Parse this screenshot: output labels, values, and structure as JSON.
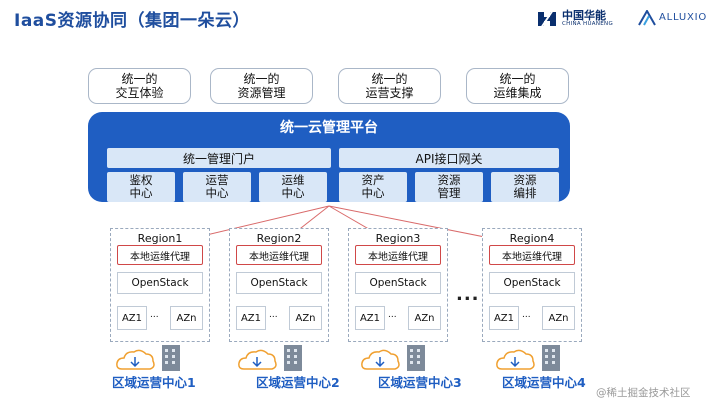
{
  "title": "IaaS资源协同（集团一朵云）",
  "logos": {
    "huaneng_cn": "中国华能",
    "huaneng_en": "CHINA HUANENG",
    "alluxio": "ALLUXIO"
  },
  "capabilities": [
    "统一的\n交互体验",
    "统一的\n资源管理",
    "统一的\n运营支撑",
    "统一的\n运维集成"
  ],
  "platform": {
    "title": "统一云管理平台",
    "portal": "统一管理门户",
    "gateway": "API接口网关",
    "portal_modules": [
      "鉴权\n中心",
      "运营\n中心",
      "运维\n中心"
    ],
    "gateway_modules": [
      "资产\n中心",
      "资源\n管理",
      "资源\n编排"
    ]
  },
  "regions": [
    {
      "name": "Region1",
      "agent": "本地运维代理",
      "stack": "OpenStack",
      "az_first": "AZ1",
      "az_dots": "...",
      "az_last": "AZn",
      "center": "区域运营中心1"
    },
    {
      "name": "Region2",
      "agent": "本地运维代理",
      "stack": "OpenStack",
      "az_first": "AZ1",
      "az_dots": "...",
      "az_last": "AZn",
      "center": "区域运营中心2"
    },
    {
      "name": "Region3",
      "agent": "本地运维代理",
      "stack": "OpenStack",
      "az_first": "AZ1",
      "az_dots": "...",
      "az_last": "AZn",
      "center": "区域运营中心3"
    },
    {
      "name": "Region4",
      "agent": "本地运维代理",
      "stack": "OpenStack",
      "az_first": "AZ1",
      "az_dots": "...",
      "az_last": "AZn",
      "center": "区域运营中心4"
    }
  ],
  "region_ellipsis": "...",
  "watermark": "@稀土掘金技术社区",
  "colors": {
    "title": "#1f4e9e",
    "platform": "#1f5ec2",
    "light_box": "#d9e7f7",
    "agent_border": "#d04848",
    "connector": "#d96a6a",
    "center_label": "#1f5ec2"
  }
}
